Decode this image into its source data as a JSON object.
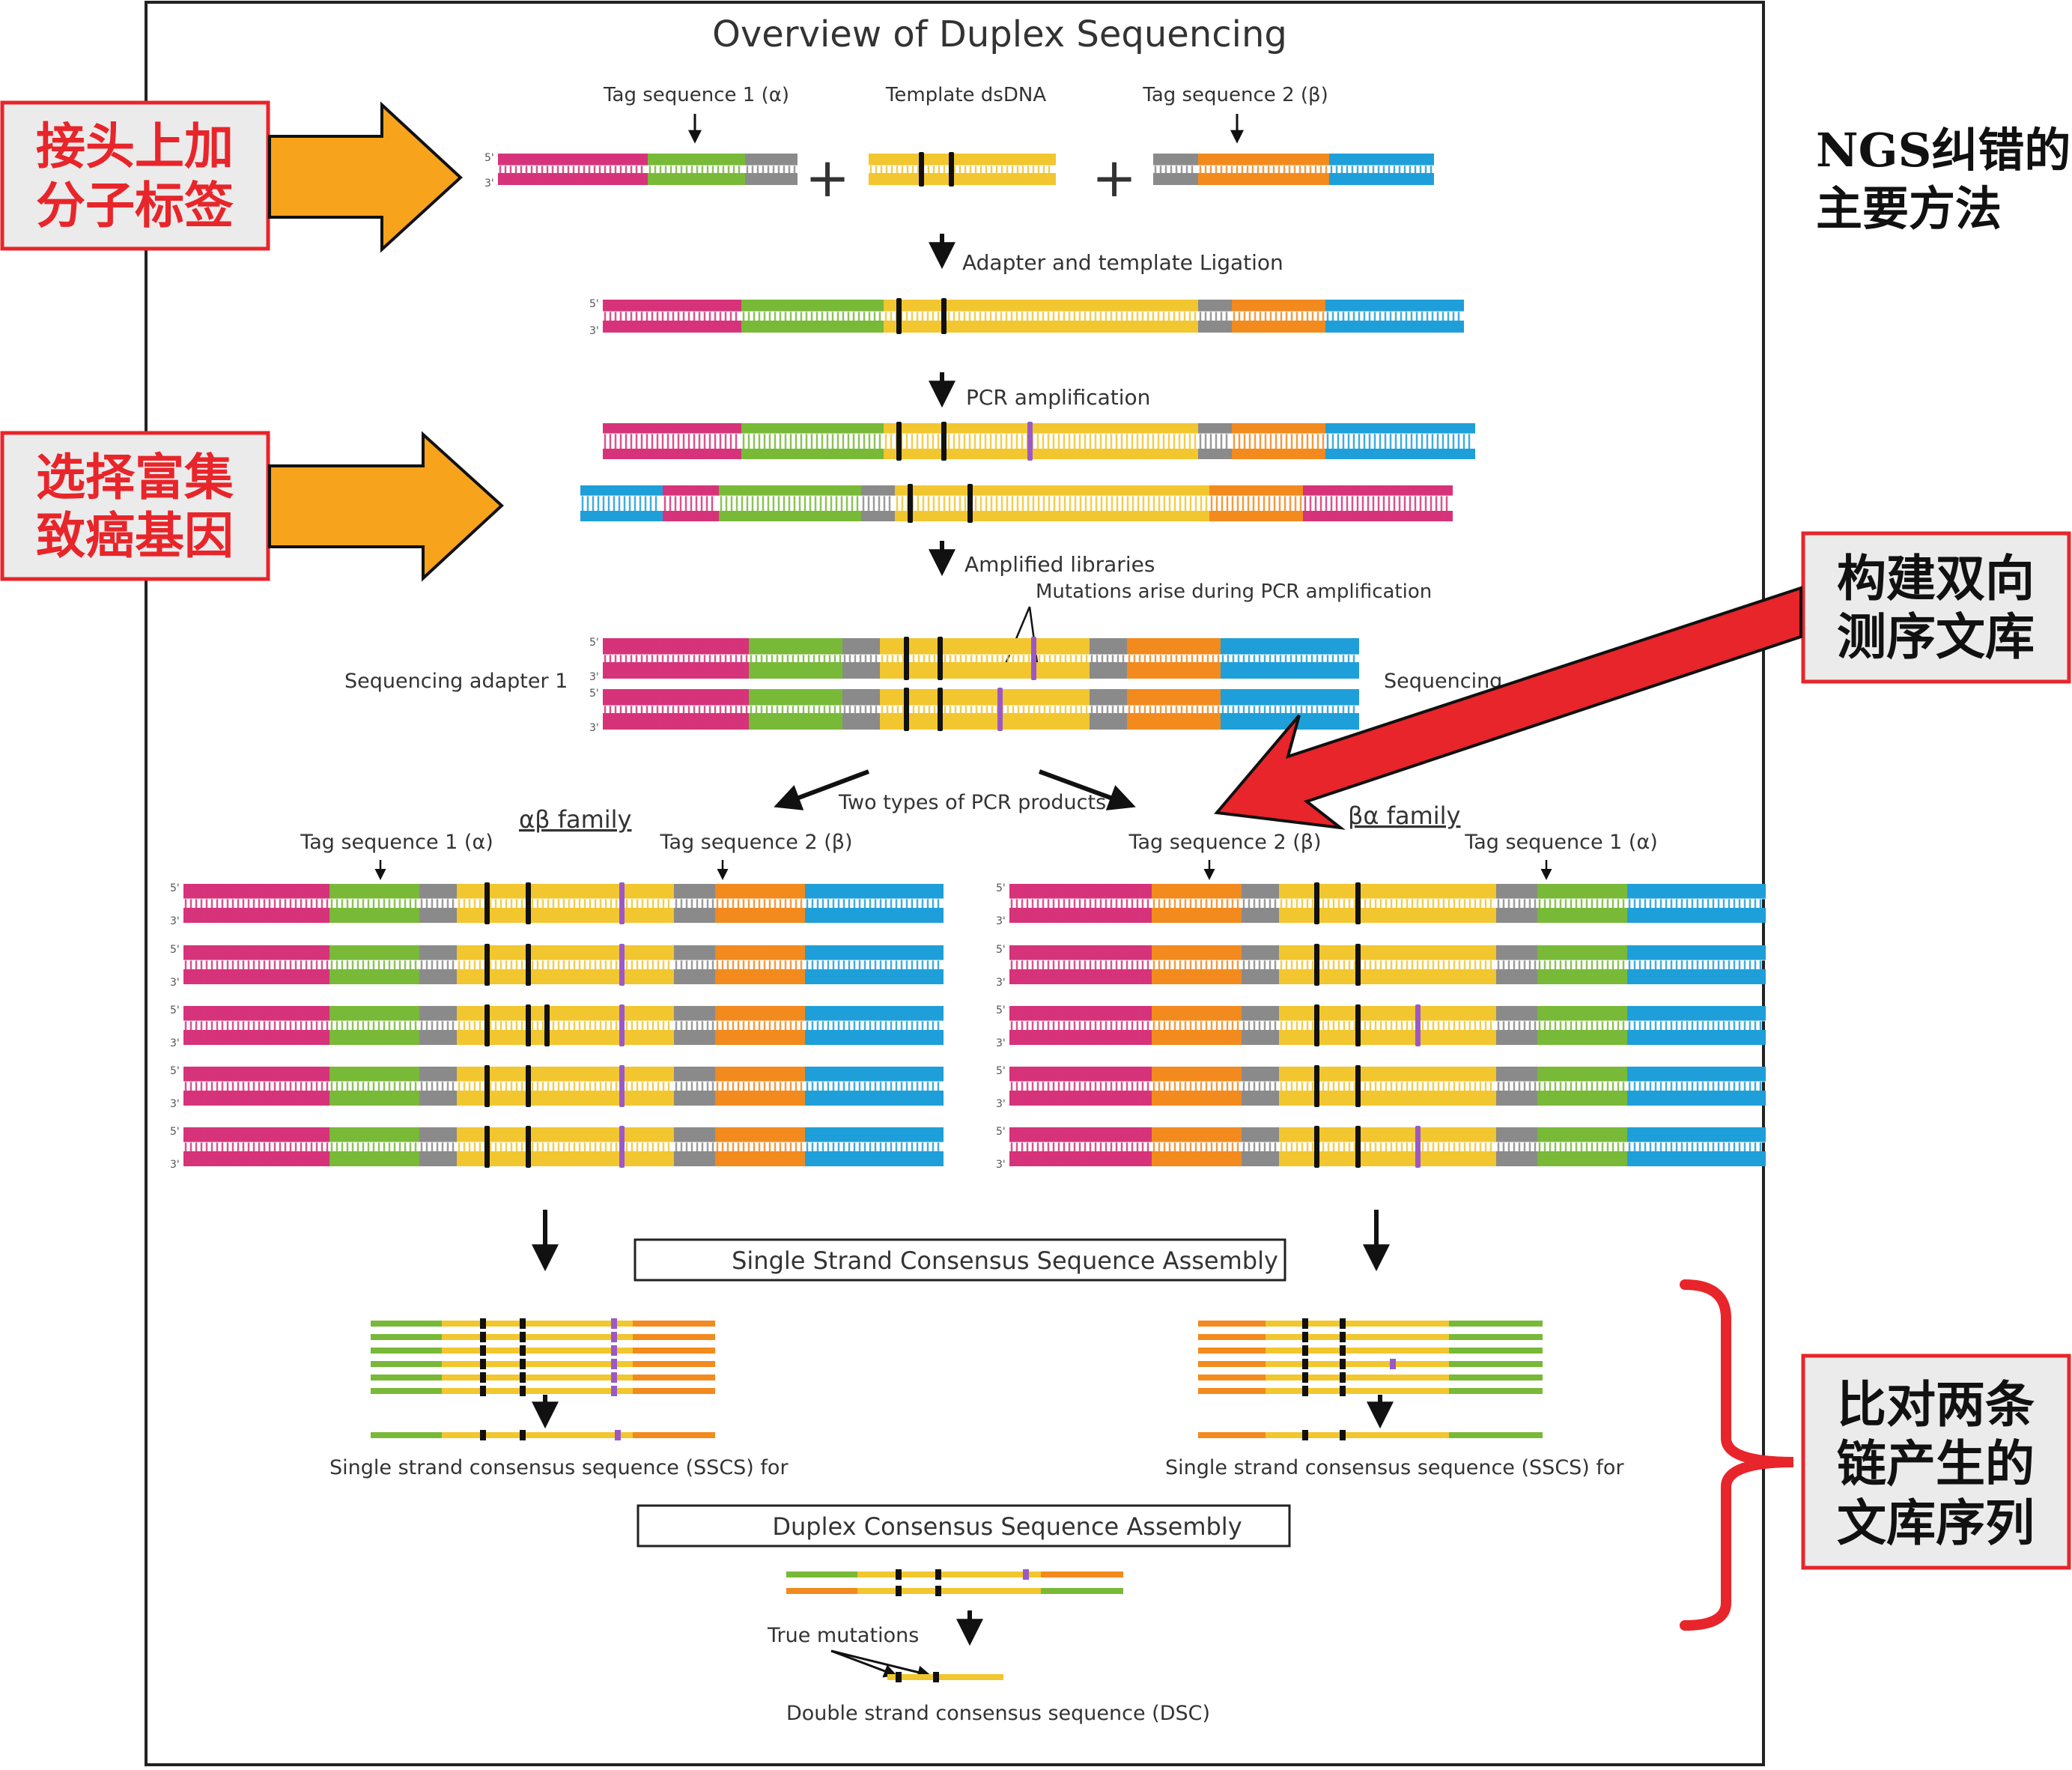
{
  "title": "Overview of Duplex Sequencing",
  "colors": {
    "pink": "#d6337a",
    "blue": "#1e9fd9",
    "green": "#78b938",
    "yellow": "#f2c62e",
    "orange": "#f28a1e",
    "gray": "#8a8a8a",
    "purple": "#9b59c6",
    "black": "#111111",
    "callout_red": "#e8252a",
    "callout_orange": "#f7a41c",
    "callout_bg": "#ebebeb"
  },
  "top_labels": {
    "tag1": "Tag sequence 1 (α)",
    "template": "Template dsDNA",
    "tag2": "Tag sequence 2 (β)",
    "plus": "+"
  },
  "steps": {
    "ligation": "Adapter and template Ligation",
    "pcr": "PCR amplification",
    "amplified": "Amplified libraries",
    "mutations": "Mutations arise during PCR amplification",
    "seq_adapter_1": "Sequencing adapter 1",
    "seq_adapter_2": "Sequencing",
    "two_types": "Two types of PCR products"
  },
  "families": {
    "ab": {
      "name": "αβ family",
      "tag_left": "Tag sequence 1 (α)",
      "tag_right": "Tag sequence 2 (β)"
    },
    "ba": {
      "name": "βα family",
      "tag_left": "Tag sequence 2 (β)",
      "tag_right": "Tag sequence 1 (α)"
    }
  },
  "boxes": {
    "sscs_assembly": "Single Strand Consensus Sequence Assembly",
    "dcs_assembly": "Duplex Consensus Sequence Assembly"
  },
  "sscs": {
    "left": "Single strand consensus sequence (SSCS) for",
    "right": "Single strand consensus sequence (SSCS) for"
  },
  "final": {
    "true_mutations": "True mutations",
    "dsc": "Double strand consensus sequence (DSC)"
  },
  "callouts": {
    "add_tags": [
      "接头上加",
      "分子标签"
    ],
    "enrich": [
      "选择富集",
      "致癌基因"
    ],
    "build_lib": [
      "构建双向",
      "测序文库"
    ],
    "compare": [
      "比对两条",
      "链产生的",
      "文库序列"
    ],
    "ngs_title": [
      "NGS纠错的",
      "主要方法"
    ]
  },
  "ends": {
    "five": "5'",
    "three": "3'"
  }
}
